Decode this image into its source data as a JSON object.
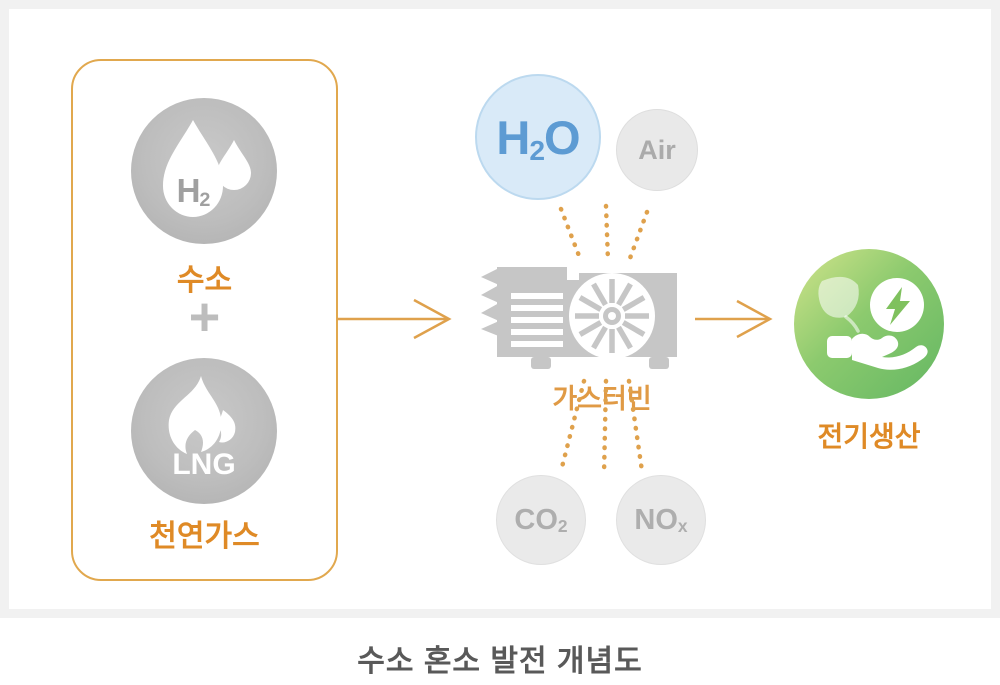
{
  "caption": "수소 혼소 발전 개념도",
  "colors": {
    "accent_orange_text": "#df8a26",
    "accent_orange_line": "#dfa14c",
    "fuel_box_border": "#e1a84e",
    "turbine_gray": "#c6c6c6",
    "fuel_circle_gray": "#bdbdbd",
    "plus_gray": "#bdbdbd",
    "h2o_fill": "#d9eaf8",
    "h2o_border": "#bcd9ef",
    "h2o_text": "#5d9bd3",
    "emission_fill": "#eaeaea",
    "emission_text": "#aeaeae",
    "green_gradient_start": "#d2e48b",
    "green_gradient_end": "#64b763",
    "frame_gray": "#f1f1f1",
    "caption_text": "#595959"
  },
  "fuel_panel": {
    "hydrogen": {
      "formula_base": "H",
      "formula_sub": "2",
      "label": "수소"
    },
    "plus_sign": "+",
    "natural_gas": {
      "formula": "LNG",
      "label": "천연가스"
    }
  },
  "turbine": {
    "label": "가스터빈"
  },
  "flows": {
    "h2o": {
      "base": "H",
      "sub": "2",
      "tail": "O"
    },
    "air": {
      "label": "Air"
    },
    "co2": {
      "base": "CO",
      "sub": "2"
    },
    "nox": {
      "base": "NO",
      "sub": "x"
    }
  },
  "output": {
    "label": "전기생산"
  }
}
